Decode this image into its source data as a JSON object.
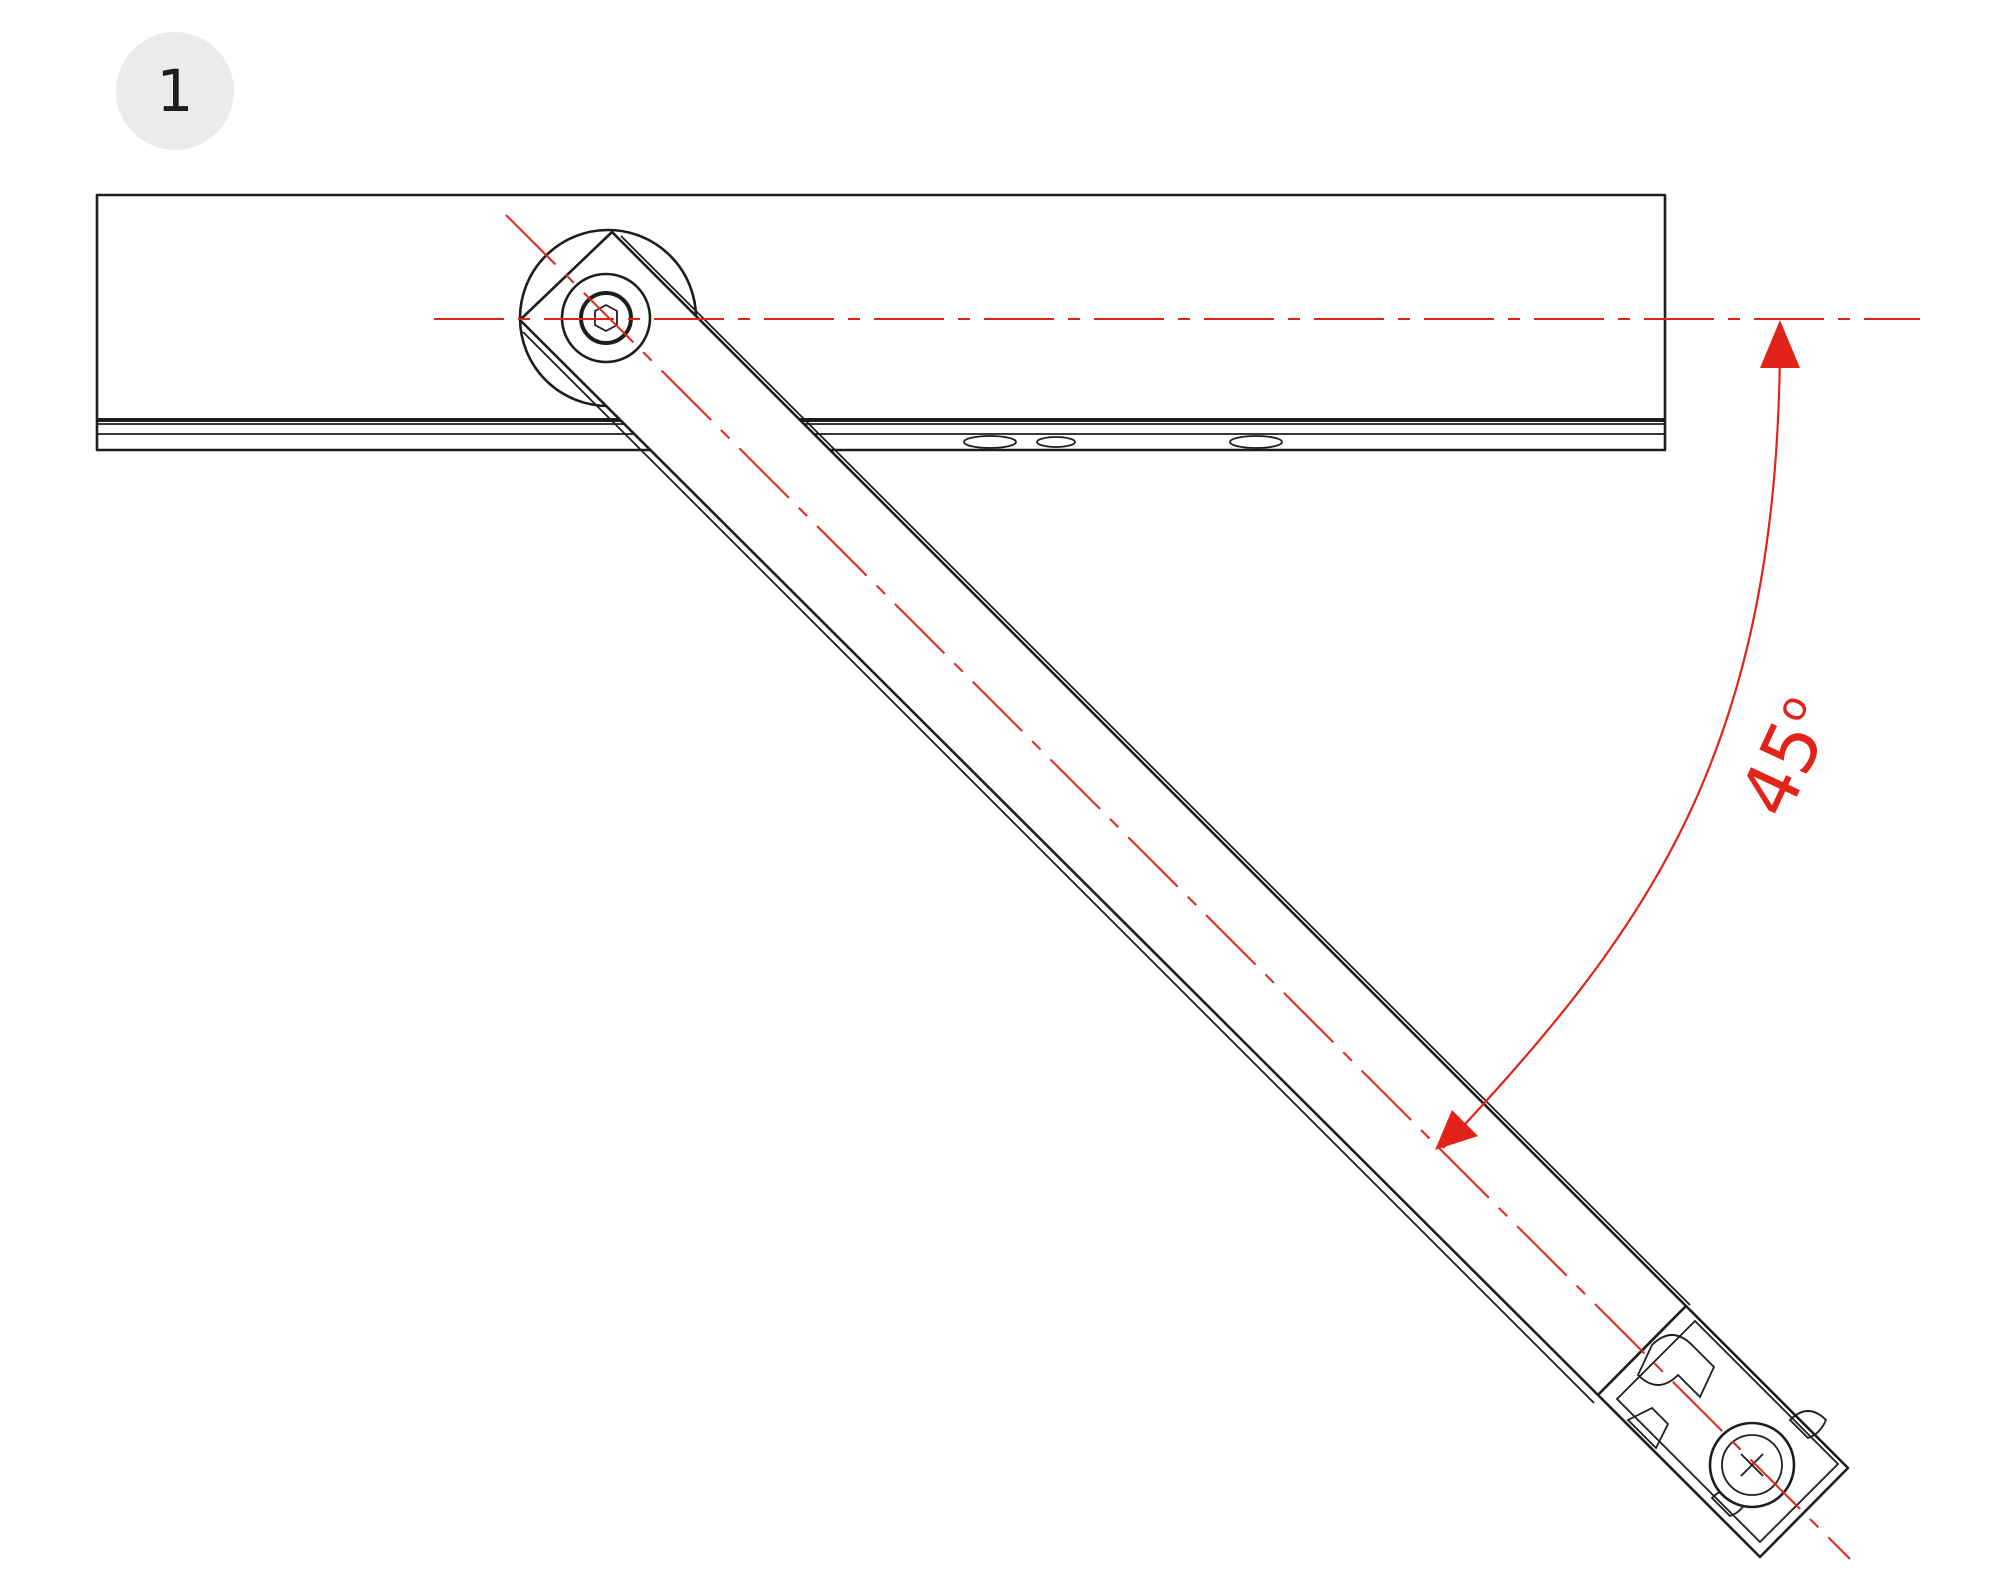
{
  "step_number": "1",
  "angle": {
    "value_deg": 45,
    "label": "45",
    "unit_symbol": "o"
  },
  "colors": {
    "line": "#1d1d1b",
    "accent": "#e2231a",
    "badge_bg": "#ebebeb"
  },
  "icons": {
    "pivot": "hex-socket-screw-icon",
    "end": "phillips-screw-icon"
  }
}
